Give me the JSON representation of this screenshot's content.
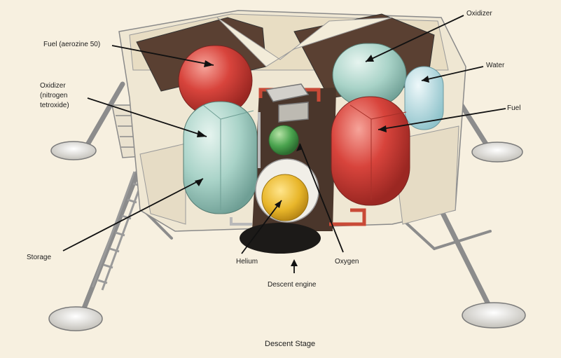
{
  "figure": {
    "caption": "Descent Stage",
    "labels": {
      "fuel_aerozine": "Fuel (aerozine 50)",
      "oxidizer_top": "Oxidizer",
      "water": "Water",
      "fuel_right": "Fuel",
      "oxidizer_nitrogen_line1": "Oxidizer",
      "oxidizer_nitrogen_line2": "(nitrogen",
      "oxidizer_nitrogen_line3": "tetroxide)",
      "storage": "Storage",
      "helium": "Helium",
      "oxygen": "Oxygen",
      "descent_engine": "Descent engine"
    }
  },
  "colors": {
    "background": "#f7f0e0",
    "fuel_red": "#d8443c",
    "oxidizer_teal": "#a9d3c8",
    "water_blue": "#bfe0e4",
    "helium_yellow": "#e8b62a",
    "oxygen_green": "#4aa34e",
    "structure_gray": "#9a9a9a",
    "engine_black": "#1c1a18"
  }
}
